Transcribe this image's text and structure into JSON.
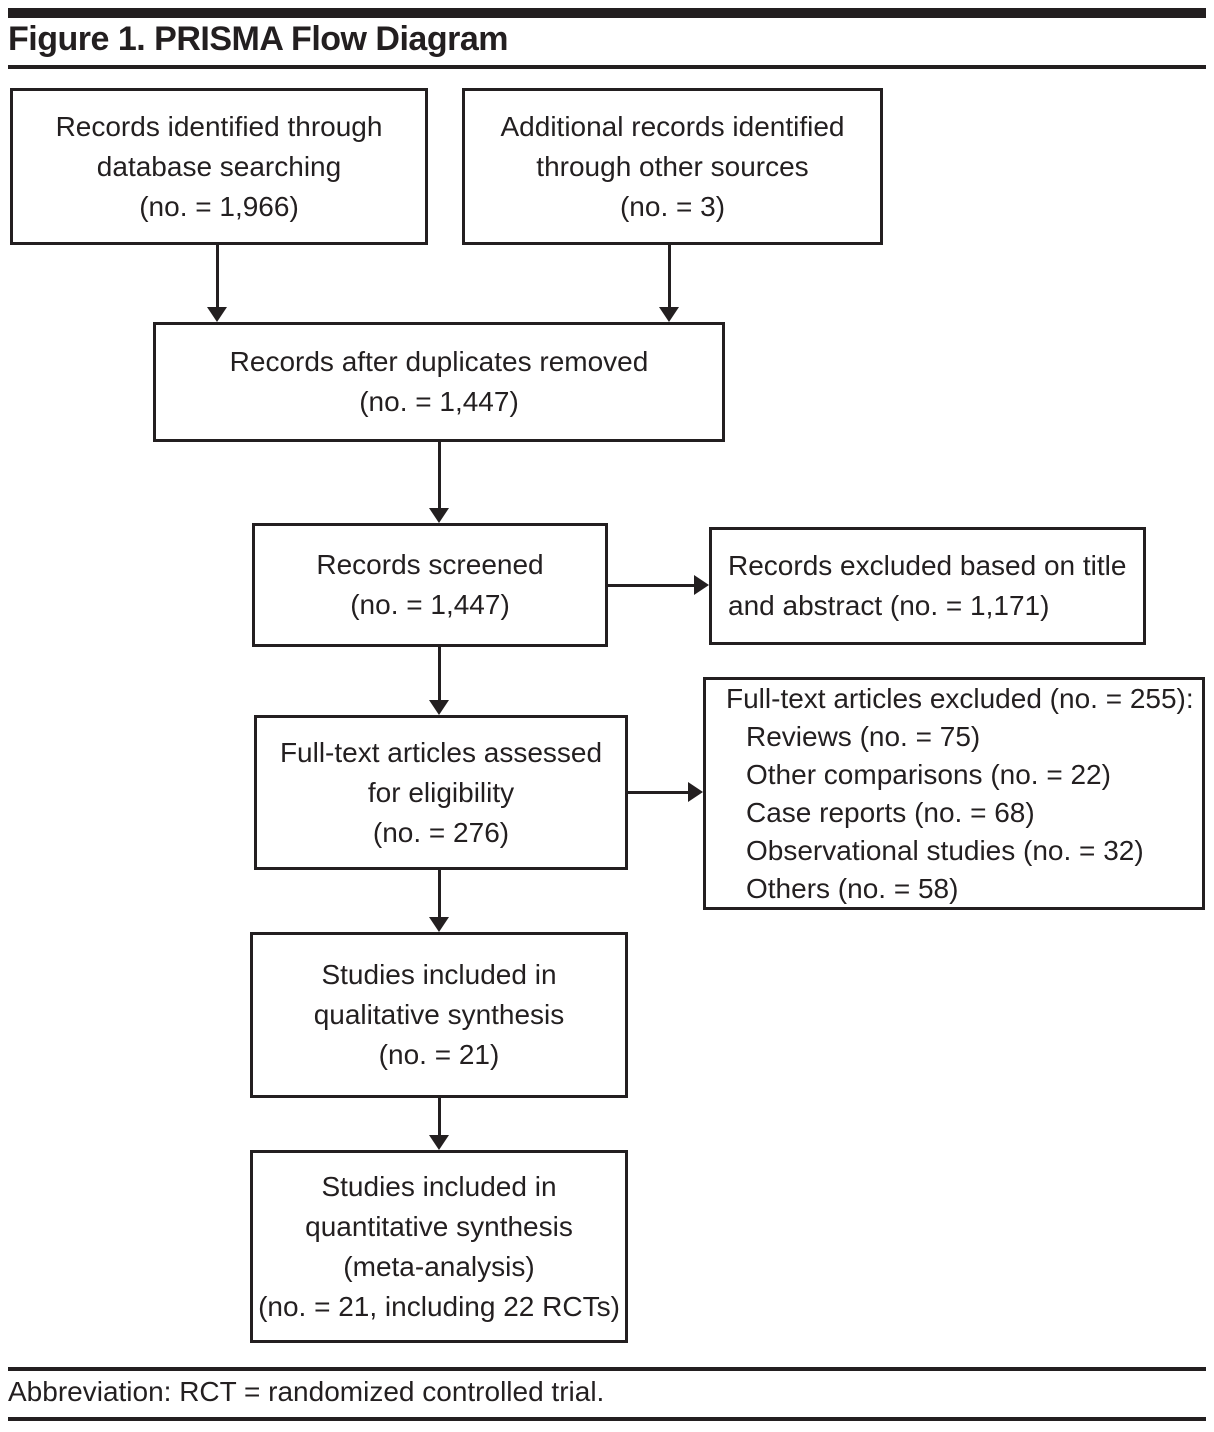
{
  "title": "Figure 1. PRISMA Flow Diagram",
  "colors": {
    "ink": "#231F20",
    "paper": "#FFFFFF"
  },
  "flow": {
    "boxes": {
      "identified_database": {
        "lines": [
          "Records identified through",
          "database searching",
          "(no. = 1,966)"
        ]
      },
      "identified_other": {
        "lines": [
          "Additional records identified",
          "through other sources",
          "(no. = 3)"
        ]
      },
      "after_duplicates": {
        "lines": [
          "Records after duplicates removed",
          "(no. = 1,447)"
        ]
      },
      "screened": {
        "lines": [
          "Records screened",
          "(no. = 1,447)"
        ]
      },
      "excluded_screening": {
        "lines": [
          "Records excluded based on title",
          "and abstract (no. = 1,171)"
        ]
      },
      "fulltext_assessed": {
        "lines": [
          "Full-text articles assessed",
          "for eligibility",
          "(no. = 276)"
        ]
      },
      "fulltext_excluded": {
        "heading": "Full-text articles excluded (no. = 255):",
        "items": [
          "Reviews (no. = 75)",
          "Other comparisons (no. = 22)",
          "Case reports (no. = 68)",
          "Observational studies (no. = 32)",
          "Others (no. = 58)"
        ]
      },
      "qualitative": {
        "lines": [
          "Studies included in",
          "qualitative synthesis",
          "(no. = 21)"
        ]
      },
      "quantitative": {
        "lines": [
          "Studies included in",
          "quantitative synthesis",
          "(meta-analysis)",
          "(no. = 21, including 22 RCTs)"
        ]
      }
    }
  },
  "footer": {
    "abbreviation": "Abbreviation: RCT = randomized controlled trial."
  }
}
